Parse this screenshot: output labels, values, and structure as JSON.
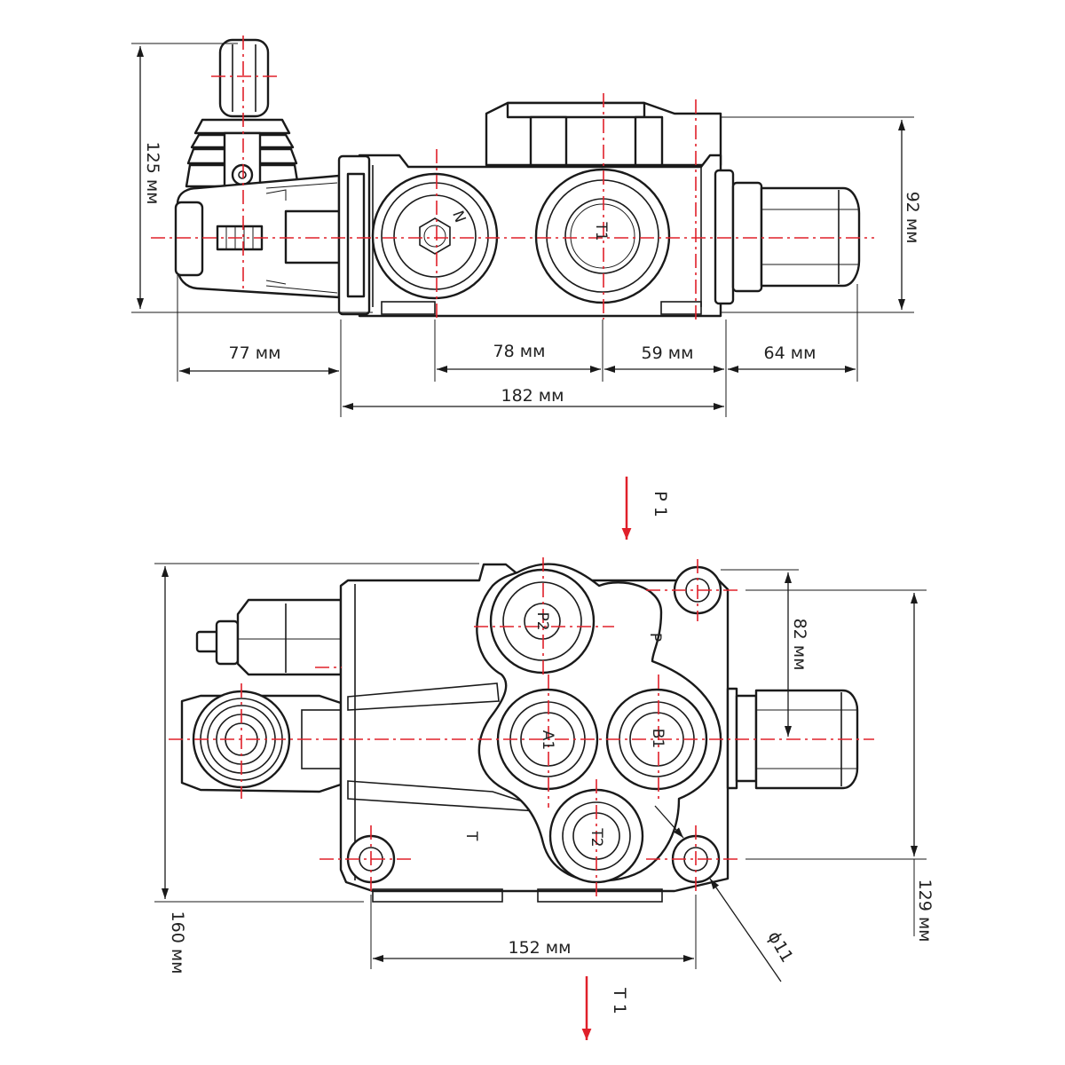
{
  "top_view": {
    "dims": {
      "h_125": "125 мм",
      "h_92": "92 мм",
      "w_77": "77 мм",
      "w_78": "78 мм",
      "w_59": "59 мм",
      "w_64": "64 мм",
      "w_182": "182 мм"
    },
    "ports": {
      "n": "N",
      "t1": "T1"
    }
  },
  "bottom_view": {
    "flow": {
      "p1": "P 1",
      "t1": "T 1"
    },
    "dims": {
      "h_82": "82 мм",
      "h_129": "129 мм",
      "h_160": "160 мм",
      "w_152": "152 мм",
      "hole": "ϕ11"
    },
    "ports": {
      "p2": "P2",
      "a1": "A1",
      "b1": "B1",
      "t2": "T2",
      "p": "P",
      "t": "T"
    }
  },
  "colors": {
    "line": "#1a1a1a",
    "centerline": "#e0202a"
  }
}
